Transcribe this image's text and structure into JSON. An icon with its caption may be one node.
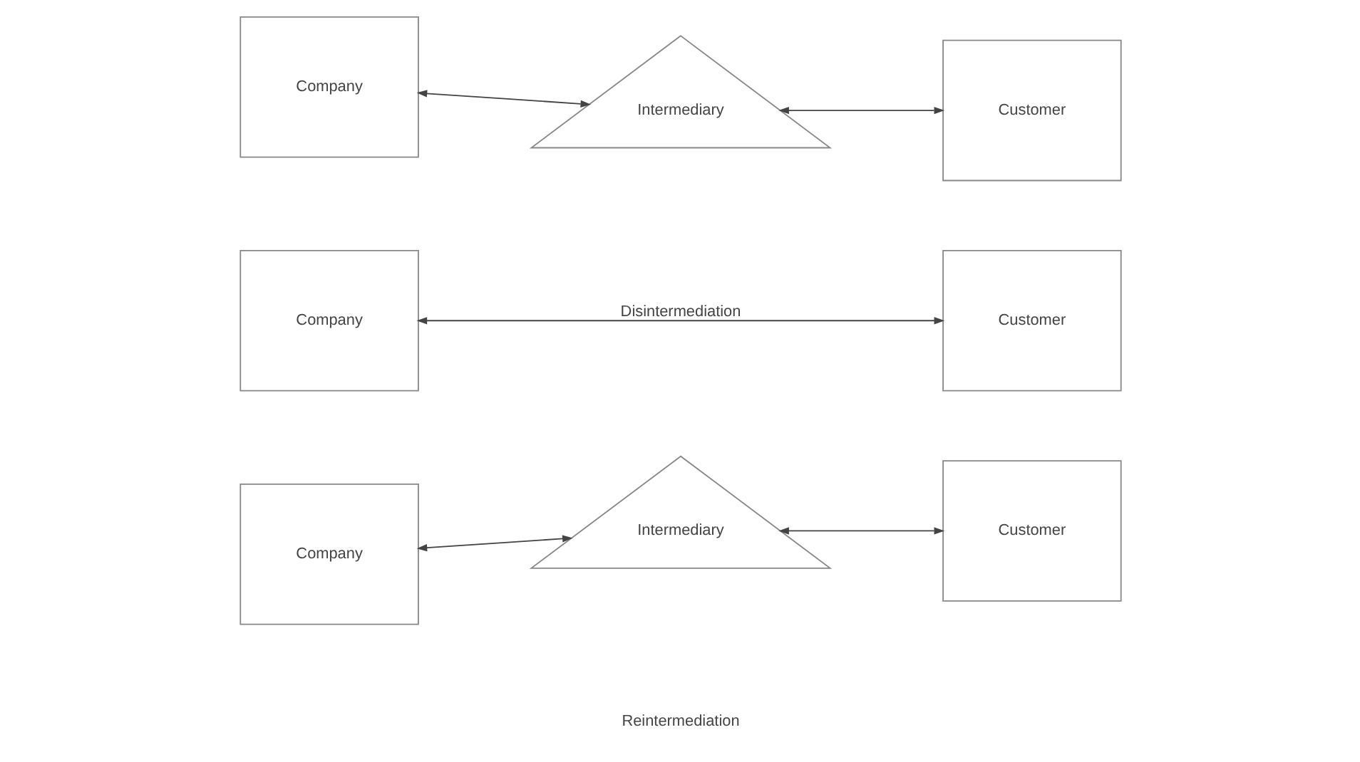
{
  "diagram": {
    "nodes": [
      {
        "text": [
          "Company"
        ]
      },
      {
        "text": [
          "Intermediary"
        ]
      },
      {
        "text": [
          "Customer"
        ]
      },
      {
        "text": [
          "Company"
        ]
      },
      {
        "text": [
          "Customer"
        ]
      },
      {
        "text": [
          "Company"
        ]
      },
      {
        "text": [
          "Intermediary"
        ]
      },
      {
        "text": [
          "Customer"
        ]
      }
    ],
    "edges": [
      {
        "from": 0,
        "to": 1,
        "arrow": "both"
      },
      {
        "from": 1,
        "to": 2,
        "arrow": "both"
      },
      {
        "from": 3,
        "to": 4,
        "arrow": "both",
        "label": "Disintermediation"
      },
      {
        "from": 5,
        "to": 6,
        "arrow": "both"
      },
      {
        "from": 6,
        "to": 7,
        "arrow": "both"
      }
    ],
    "labels": [
      "Reintermediation"
    ]
  }
}
